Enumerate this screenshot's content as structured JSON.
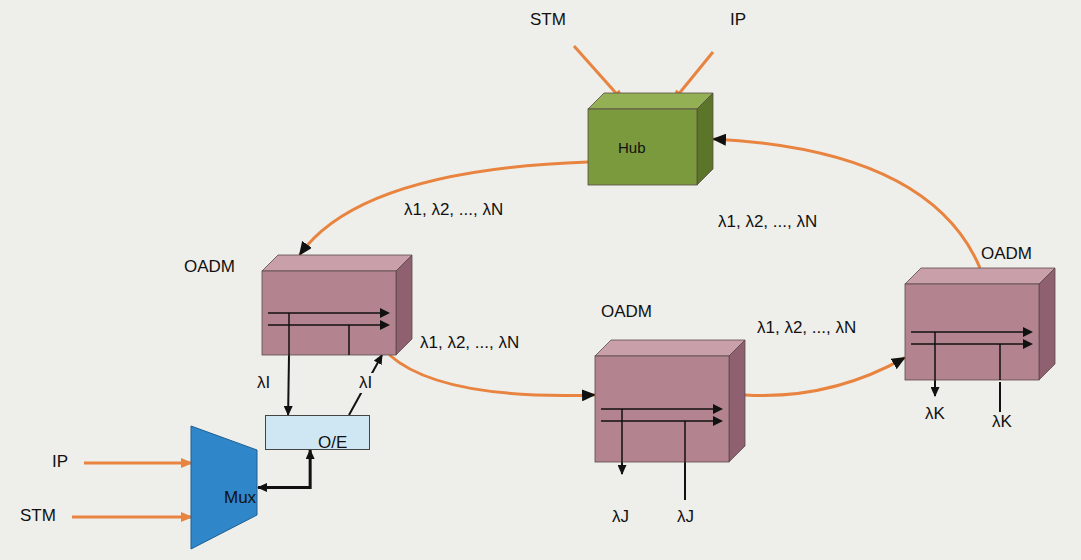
{
  "diagram": {
    "nodes": [
      {
        "text": [
          "Hub"
        ]
      },
      {
        "text": [
          "OADM"
        ]
      },
      {
        "text": [
          "OADM"
        ]
      },
      {
        "text": [
          "OADM"
        ]
      },
      {
        "text": [
          "O/E"
        ]
      },
      {
        "text": [
          "Mux"
        ]
      }
    ],
    "edges": [
      {
        "from": 0,
        "to": 1,
        "arrow": "to",
        "label": "λ1, λ2, ..., λN"
      },
      {
        "from": 1,
        "to": 2,
        "arrow": "to",
        "label": "λ1, λ2, ..., λN"
      },
      {
        "from": 2,
        "to": 3,
        "arrow": "to",
        "label": "λ1, λ2, ..., λN"
      },
      {
        "from": 3,
        "to": 0,
        "arrow": "to",
        "label": "λ1, λ2, ..., λN"
      },
      {
        "from": 1,
        "to": 4,
        "arrow": "to",
        "label": "λI"
      },
      {
        "from": 4,
        "to": 1,
        "arrow": "to",
        "label": "λI"
      },
      {
        "from": 5,
        "to": 4,
        "arrow": "both"
      }
    ],
    "labels": [
      "STM",
      "IP",
      "IP",
      "STM",
      "λJ",
      "λJ",
      "λK",
      "λK"
    ]
  }
}
